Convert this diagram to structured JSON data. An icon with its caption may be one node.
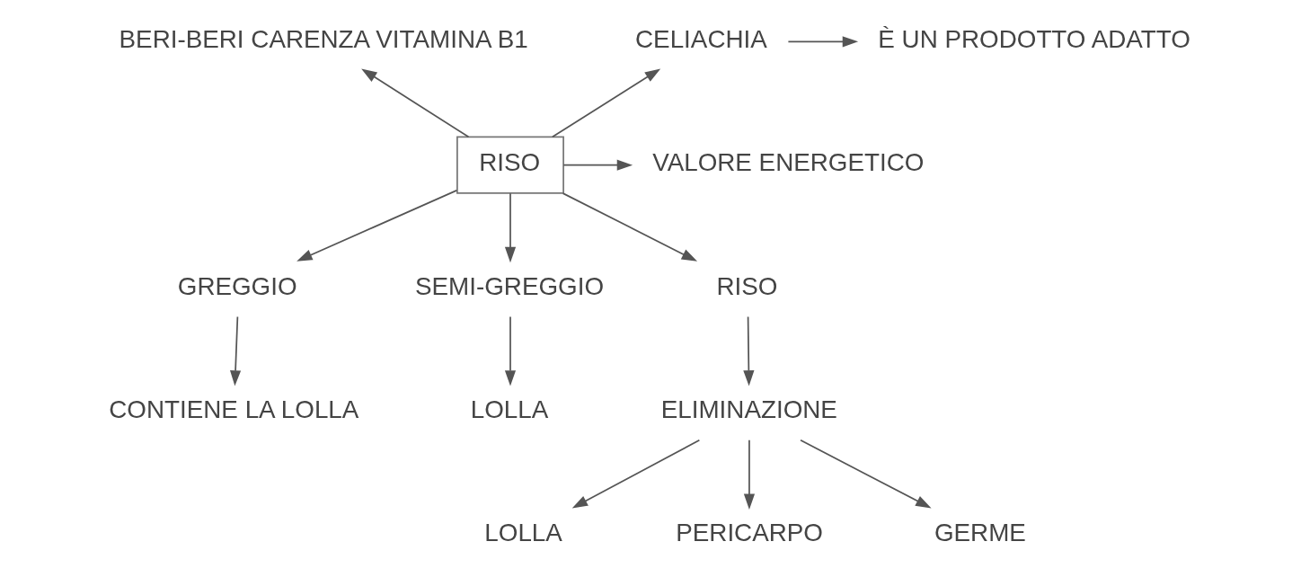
{
  "diagram": {
    "nodes": [
      {
        "text": [
          "RISO"
        ]
      },
      {
        "text": [
          "BERI-BERI CARENZA VITAMINA B1"
        ]
      },
      {
        "text": [
          "CELIACHIA"
        ]
      },
      {
        "text": [
          "È UN PRODOTTO ADATTO"
        ]
      },
      {
        "text": [
          "VALORE ENERGETICO"
        ]
      },
      {
        "text": [
          "GREGGIO"
        ]
      },
      {
        "text": [
          "SEMI-GREGGIO"
        ]
      },
      {
        "text": [
          "RISO"
        ]
      },
      {
        "text": [
          "CONTIENE LA LOLLA"
        ]
      },
      {
        "text": [
          "LOLLA"
        ]
      },
      {
        "text": [
          "ELIMINAZIONE"
        ]
      },
      {
        "text": [
          "LOLLA"
        ]
      },
      {
        "text": [
          "PERICARPO"
        ]
      },
      {
        "text": [
          "GERME"
        ]
      }
    ],
    "edges": [
      {
        "from": 0,
        "to": 1,
        "arrow": "to"
      },
      {
        "from": 0,
        "to": 2,
        "arrow": "to"
      },
      {
        "from": 2,
        "to": 3,
        "arrow": "to"
      },
      {
        "from": 0,
        "to": 4,
        "arrow": "to"
      },
      {
        "from": 0,
        "to": 5,
        "arrow": "to"
      },
      {
        "from": 0,
        "to": 6,
        "arrow": "to"
      },
      {
        "from": 0,
        "to": 7,
        "arrow": "to"
      },
      {
        "from": 5,
        "to": 8,
        "arrow": "to"
      },
      {
        "from": 6,
        "to": 9,
        "arrow": "to"
      },
      {
        "from": 7,
        "to": 10,
        "arrow": "to"
      },
      {
        "from": 10,
        "to": 11,
        "arrow": "to"
      },
      {
        "from": 10,
        "to": 12,
        "arrow": "to"
      },
      {
        "from": 10,
        "to": 13,
        "arrow": "to"
      }
    ]
  }
}
